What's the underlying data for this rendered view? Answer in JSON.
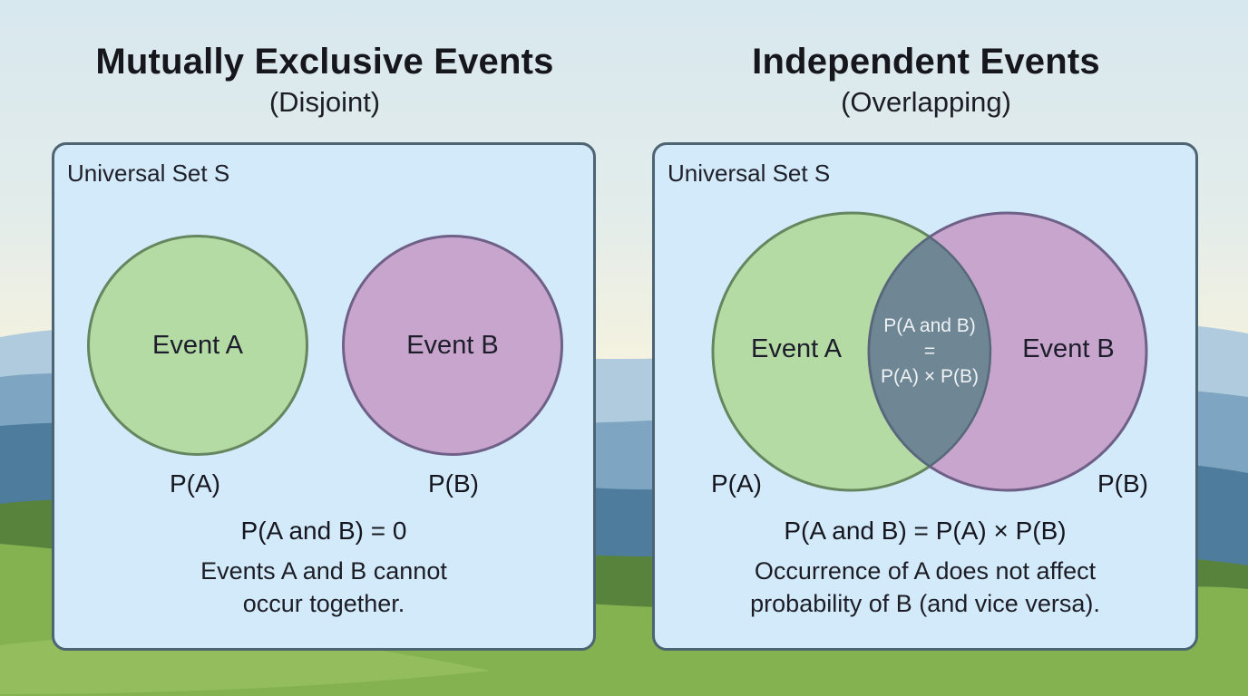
{
  "left_panel": {
    "title": "Mutually Exclusive Events",
    "subtitle": "(Disjoint)",
    "universal_set_label": "Universal Set S",
    "circle_a_label": "Event A",
    "circle_b_label": "Event B",
    "p_a_label": "P(A)",
    "p_b_label": "P(B)",
    "formula": "P(A and B) = 0",
    "description_line1": "Events A and B cannot",
    "description_line2": "occur together."
  },
  "right_panel": {
    "title": "Independent Events",
    "subtitle": "(Overlapping)",
    "universal_set_label": "Universal Set S",
    "circle_a_label": "Event A",
    "circle_b_label": "Event B",
    "intersection_line1": "P(A and B)",
    "intersection_line2": "=",
    "intersection_line3": "P(A) × P(B)",
    "p_a_label": "P(A)",
    "p_b_label": "P(B)",
    "formula": "P(A and B) = P(A) × P(B)",
    "description_line1": "Occurrence of A does not affect",
    "description_line2": "probability of B (and vice versa)."
  },
  "colors": {
    "event_a_fill": "#b5dba4",
    "event_a_stroke": "#66865f",
    "event_b_fill": "#c8a5cd",
    "event_b_stroke": "#6e6087",
    "intersection_fill": "#6f8694",
    "intersection_stroke": "#566879",
    "panel_fill": "#d2eafa",
    "panel_border": "#4d6472",
    "text_dark": "#1d1d26",
    "intersection_text": "#eef2f5"
  }
}
